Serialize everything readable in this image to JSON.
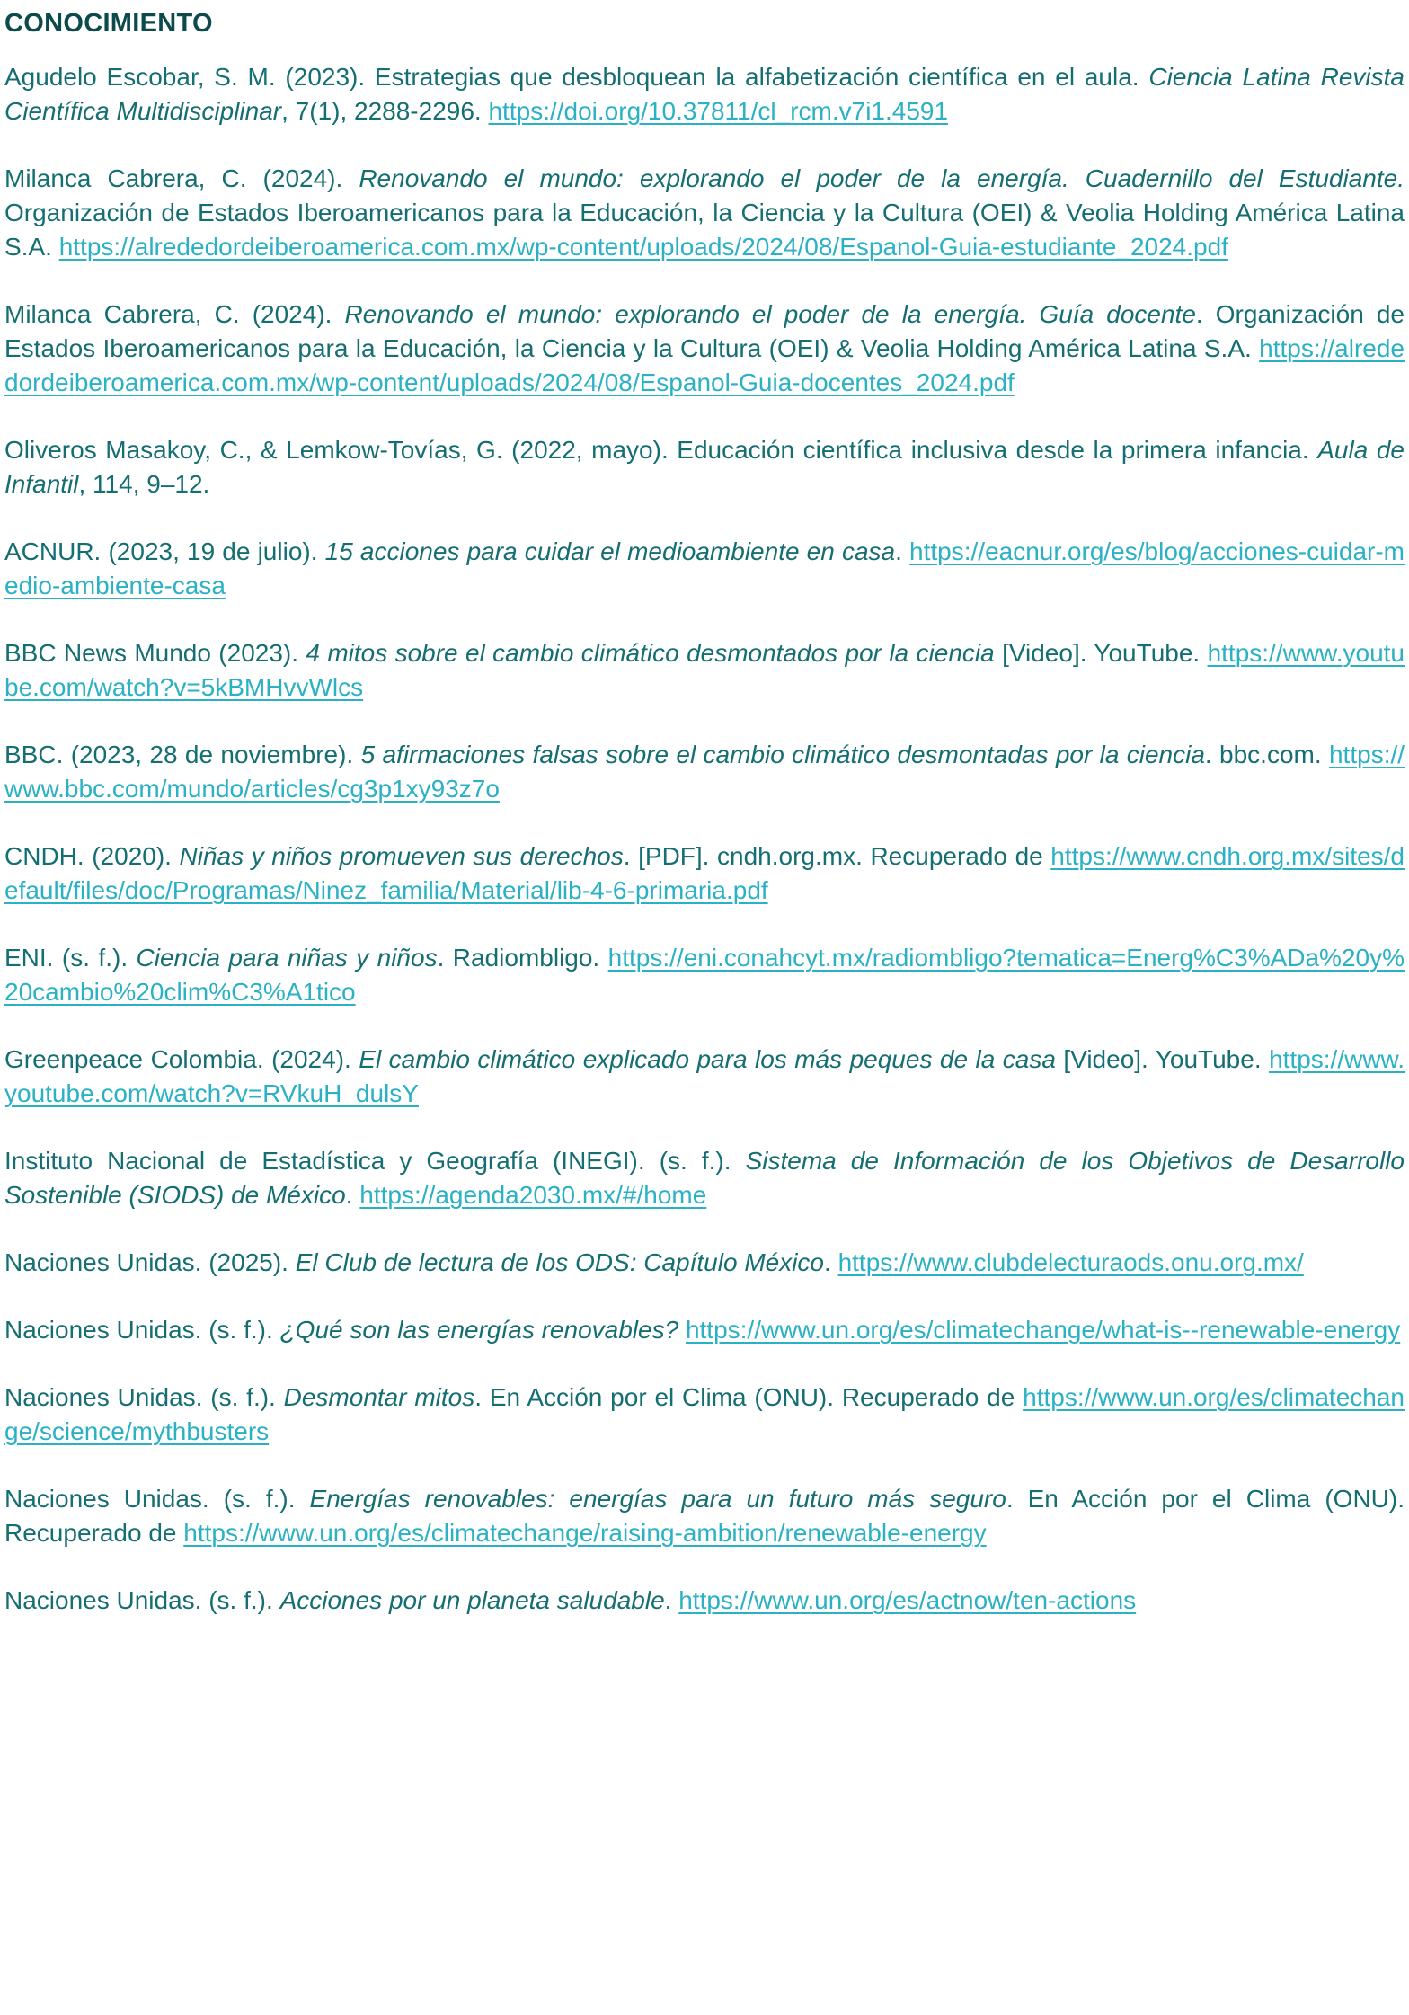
{
  "page": {
    "title": "CONOCIMIENTO"
  },
  "colors": {
    "title": "#0d4a4c",
    "body_text": "#156e72",
    "link": "#2bb1c4",
    "page_bg": "#ffffff"
  },
  "references": [
    {
      "segments": [
        {
          "type": "text",
          "content": "Agudelo Escobar, S. M. (2023). Estrategias que desbloquean la alfabetización científica en el aula. "
        },
        {
          "type": "italic",
          "content": "Ciencia Latina Revista Científica Multidisciplinar"
        },
        {
          "type": "text",
          "content": ", 7(1), 2288-2296. "
        },
        {
          "type": "link",
          "content": "https://doi.org/10.37811/cl_rcm.v7i1.4591"
        }
      ]
    },
    {
      "segments": [
        {
          "type": "text",
          "content": "Milanca Cabrera, C. (2024). "
        },
        {
          "type": "italic",
          "content": "Renovando el mundo: explorando el poder de la energía. Cuadernillo del Estudiante."
        },
        {
          "type": "text",
          "content": " Organización de Estados Iberoamericanos para la Educación, la Ciencia y la Cultura (OEI) & Veolia Holding América Latina S.A. "
        },
        {
          "type": "link",
          "content": "https://alrededordeiberoamerica.com.mx/wp-content/uploads/2024/08/Espanol-Guia-estudiante_2024.pdf"
        }
      ]
    },
    {
      "segments": [
        {
          "type": "text",
          "content": "Milanca Cabrera, C. (2024). "
        },
        {
          "type": "italic",
          "content": "Renovando el mundo: explorando el poder de la energía. Guía docente"
        },
        {
          "type": "text",
          "content": ". Organización de Estados Iberoamericanos para la Educación, la Ciencia y la Cultura (OEI) & Veolia Holding América Latina S.A. "
        },
        {
          "type": "link",
          "content": "https://alrededordeiberoamerica.com.mx/wp-content/uploads/2024/08/Espanol-Guia-docentes_2024.pdf"
        }
      ]
    },
    {
      "segments": [
        {
          "type": "text",
          "content": "Oliveros Masakoy, C., & Lemkow-Tovías, G. (2022, mayo). Educación científica inclusiva desde la primera infancia. "
        },
        {
          "type": "italic",
          "content": "Aula de Infantil"
        },
        {
          "type": "text",
          "content": ", 114, 9–12."
        }
      ]
    },
    {
      "segments": [
        {
          "type": "text",
          "content": "ACNUR. (2023, 19 de julio). "
        },
        {
          "type": "italic",
          "content": "15 acciones para cuidar el medioambiente en casa"
        },
        {
          "type": "text",
          "content": ".  "
        },
        {
          "type": "link",
          "content": "https://eacnur.org/es/blog/acciones-cuidar-medio-ambiente-casa"
        }
      ]
    },
    {
      "segments": [
        {
          "type": "text",
          "content": "BBC News Mundo (2023). "
        },
        {
          "type": "italic",
          "content": "4 mitos sobre el cambio climático desmontados por la ciencia"
        },
        {
          "type": "text",
          "content": " [Video]. YouTube. "
        },
        {
          "type": "link",
          "content": "https://www.youtube.com/watch?v=5kBMHvvWlcs"
        }
      ]
    },
    {
      "segments": [
        {
          "type": "text",
          "content": "BBC. (2023, 28 de noviembre). "
        },
        {
          "type": "italic",
          "content": "5 afirmaciones falsas sobre el cambio climático desmontadas por la ciencia"
        },
        {
          "type": "text",
          "content": ". bbc.com.  "
        },
        {
          "type": "link",
          "content": "https://www.bbc.com/mundo/articles/cg3p1xy93z7o"
        }
      ]
    },
    {
      "segments": [
        {
          "type": "text",
          "content": "CNDH. (2020). "
        },
        {
          "type": "italic",
          "content": "Niñas y niños promueven sus derechos"
        },
        {
          "type": "text",
          "content": ". [PDF]. cndh.org.mx. Recuperado de "
        },
        {
          "type": "link",
          "content": "https://www.cndh.org.mx/sites/default/files/doc/Programas/Ninez_familia/Material/lib-4-6-primaria.pdf"
        }
      ]
    },
    {
      "segments": [
        {
          "type": "text",
          "content": "ENI. (s. f.). "
        },
        {
          "type": "italic",
          "content": "Ciencia para niñas y niños"
        },
        {
          "type": "text",
          "content": ". Radiombligo. "
        },
        {
          "type": "link",
          "content": "https://eni.conahcyt.mx/radiombligo?tematica=Energ%C3%ADa%20y%20cambio%20clim%C3%A1tico"
        }
      ]
    },
    {
      "segments": [
        {
          "type": "text",
          "content": "Greenpeace Colombia. (2024). "
        },
        {
          "type": "italic",
          "content": "El cambio climático explicado para los más peques de la casa"
        },
        {
          "type": "text",
          "content": " [Video]. YouTube. "
        },
        {
          "type": "link",
          "content": "https://www.youtube.com/watch?v=RVkuH_dulsY"
        }
      ]
    },
    {
      "segments": [
        {
          "type": "text",
          "content": "Instituto Nacional de Estadística y Geografía (INEGI). (s. f.). "
        },
        {
          "type": "italic",
          "content": "Sistema de Información de los Objetivos de Desarrollo Sostenible (SIODS) de México"
        },
        {
          "type": "text",
          "content": ".  "
        },
        {
          "type": "link",
          "content": "https://agenda2030.mx/#/home"
        }
      ]
    },
    {
      "segments": [
        {
          "type": "text",
          "content": "Naciones Unidas. (2025). "
        },
        {
          "type": "italic",
          "content": "El Club de lectura de los ODS: Capítulo México"
        },
        {
          "type": "text",
          "content": ".  "
        },
        {
          "type": "link",
          "content": "https://www.clubdelecturaods.onu.org.mx/"
        }
      ]
    },
    {
      "segments": [
        {
          "type": "text",
          "content": "Naciones Unidas. (s. f.). "
        },
        {
          "type": "italic",
          "content": "¿Qué son las energías renovables?"
        },
        {
          "type": "text",
          "content": "  "
        },
        {
          "type": "link",
          "content": "https://www.un.org/es/climatechange/what-is--renewable-energy"
        }
      ]
    },
    {
      "segments": [
        {
          "type": "text",
          "content": "Naciones Unidas. (s. f.). "
        },
        {
          "type": "italic",
          "content": "Desmontar mitos"
        },
        {
          "type": "text",
          "content": ". En Acción por el Clima (ONU). Recuperado de "
        },
        {
          "type": "link",
          "content": "https://www.un.org/es/climatechange/science/mythbusters"
        }
      ]
    },
    {
      "segments": [
        {
          "type": "text",
          "content": "Naciones Unidas. (s. f.). "
        },
        {
          "type": "italic",
          "content": "Energías renovables: energías para un futuro más seguro"
        },
        {
          "type": "text",
          "content": ". En Acción por el Clima (ONU). Recuperado de "
        },
        {
          "type": "link",
          "content": "https://www.un.org/es/climatechange/raising-ambition/renewable-energy"
        }
      ]
    },
    {
      "segments": [
        {
          "type": "text",
          "content": "Naciones Unidas. (s. f.). "
        },
        {
          "type": "italic",
          "content": "Acciones por un planeta saludable"
        },
        {
          "type": "text",
          "content": ".  "
        },
        {
          "type": "link",
          "content": "https://www.un.org/es/actnow/ten-actions"
        }
      ]
    }
  ]
}
